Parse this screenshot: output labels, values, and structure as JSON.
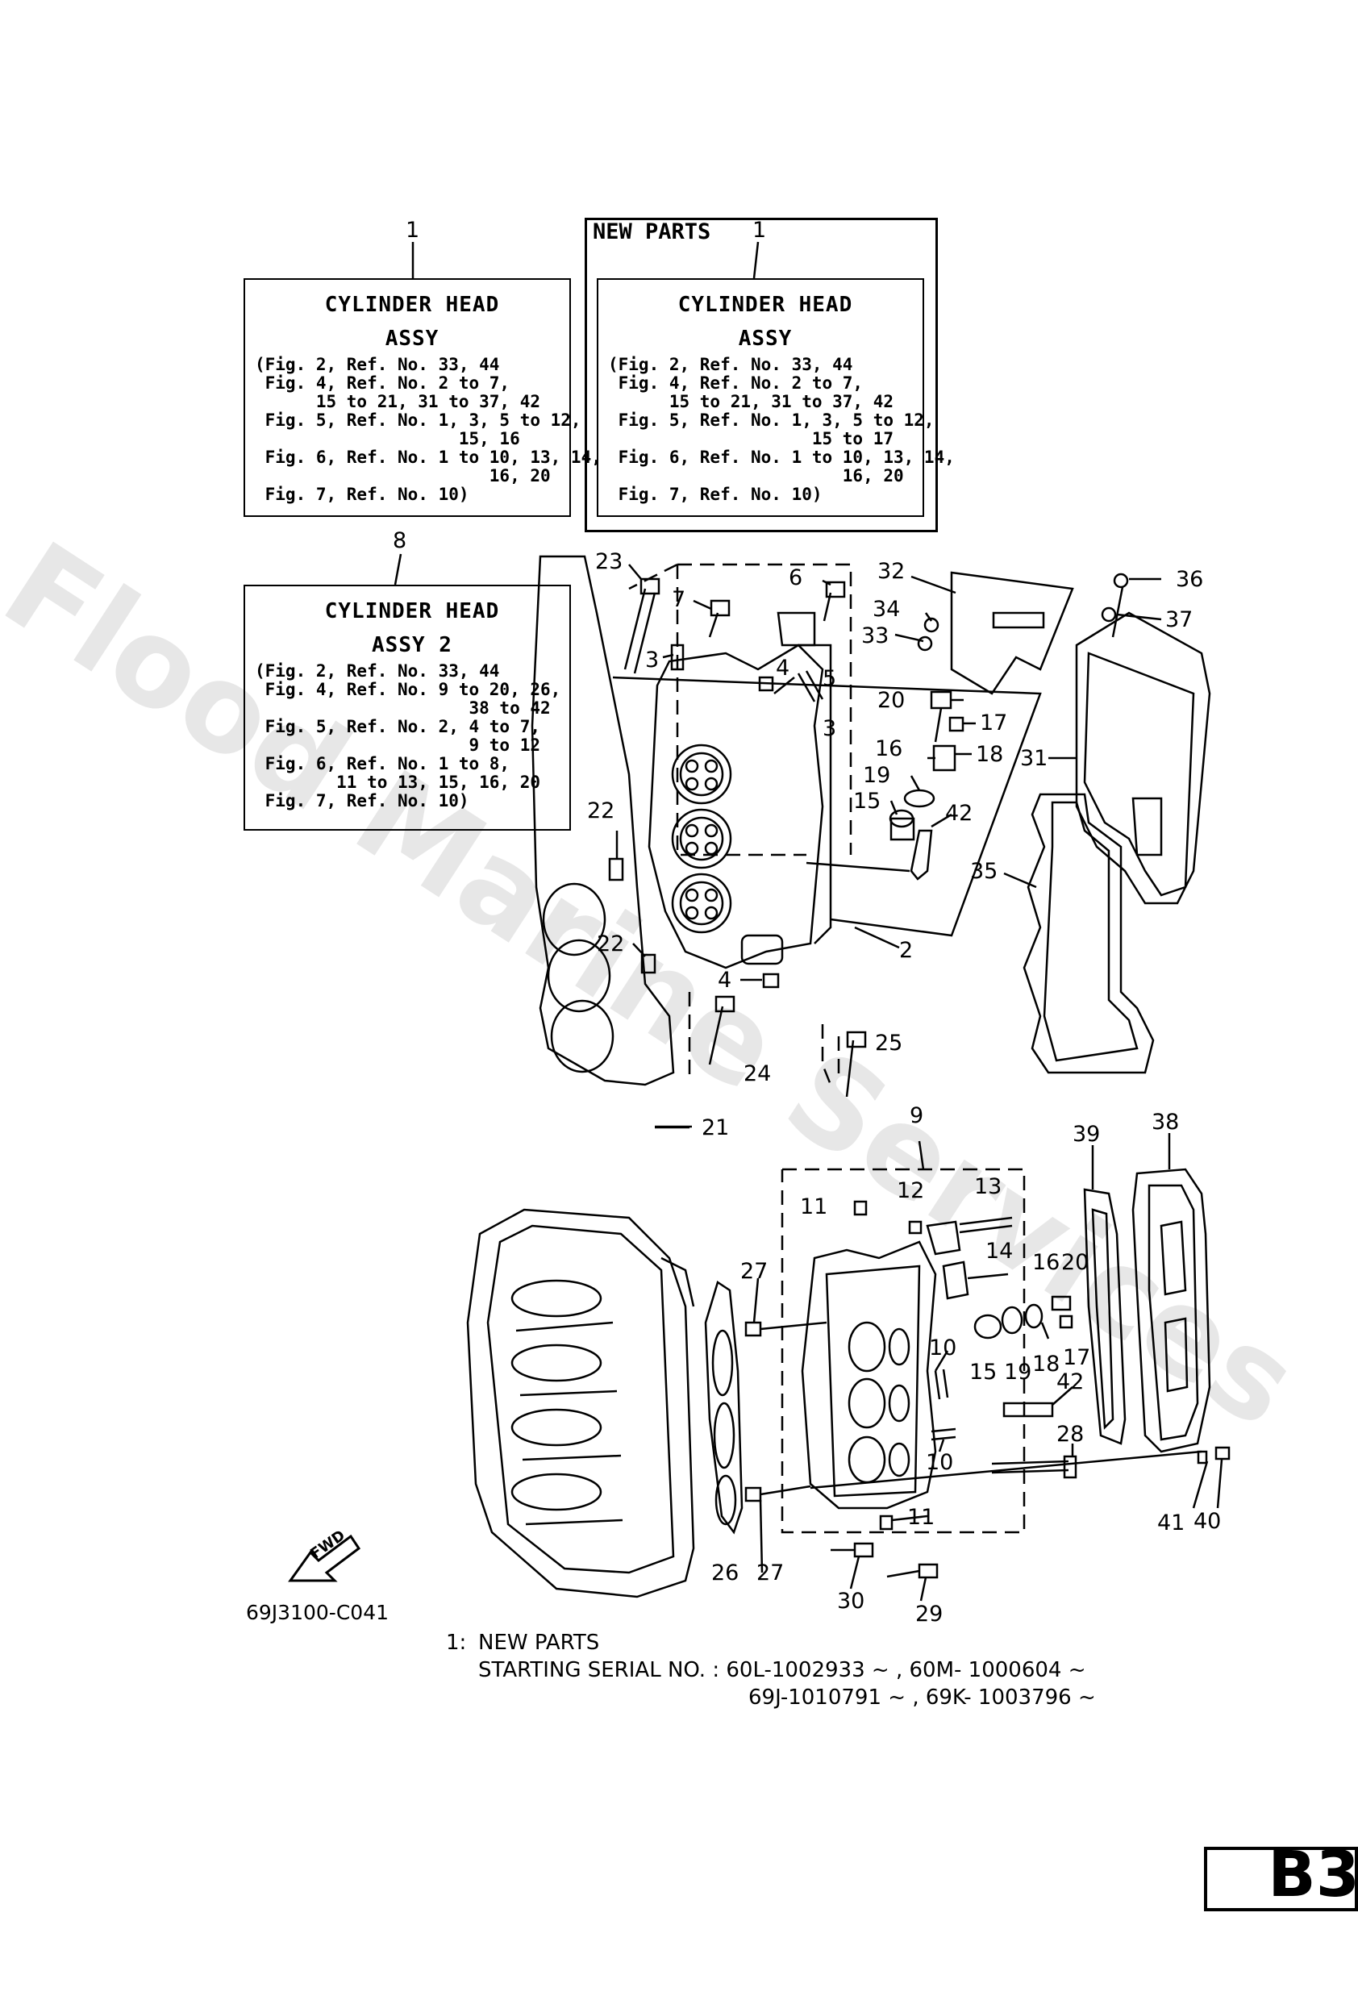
{
  "boxes": [
    {
      "ref": "1",
      "tag": "",
      "title": "CYLINDER HEAD",
      "subtitle": "ASSY",
      "lines": [
        "(Fig. 2, Ref. No. 33, 44",
        " Fig. 4, Ref. No. 2 to 7,",
        "      15 to 21, 31 to 37, 42",
        " Fig. 5, Ref. No. 1, 3, 5 to 12,",
        "                    15, 16",
        " Fig. 6, Ref. No. 1 to 10, 13, 14,",
        "                       16, 20",
        " Fig. 7, Ref. No. 10)"
      ]
    },
    {
      "ref": "1",
      "tag": "NEW PARTS",
      "title": "CYLINDER HEAD",
      "subtitle": "ASSY",
      "lines": [
        "(Fig. 2, Ref. No. 33, 44",
        " Fig. 4, Ref. No. 2 to 7,",
        "      15 to 21, 31 to 37, 42",
        " Fig. 5, Ref. No. 1, 3, 5 to 12,",
        "                    15 to 17",
        " Fig. 6, Ref. No. 1 to 10, 13, 14,",
        "                       16, 20",
        " Fig. 7, Ref. No. 10)"
      ]
    },
    {
      "ref": "8",
      "tag": "",
      "title": "CYLINDER HEAD",
      "subtitle": "ASSY 2",
      "lines": [
        "(Fig. 2, Ref. No. 33, 44",
        " Fig. 4, Ref. No. 9 to 20, 26,",
        "                     38 to 42",
        " Fig. 5, Ref. No. 2, 4 to 7,",
        "                     9 to 12",
        " Fig. 6, Ref. No. 1 to 8,",
        "        11 to 13, 15, 16, 20",
        " Fig. 7, Ref. No. 10)"
      ]
    }
  ],
  "callouts": [
    "23",
    "7",
    "6",
    "32",
    "36",
    "34",
    "37",
    "33",
    "3",
    "4",
    "5",
    "3",
    "20",
    "17",
    "16",
    "18",
    "31",
    "19",
    "15",
    "42",
    "22",
    "35",
    "22",
    "2",
    "4",
    "25",
    "24",
    "21",
    "9",
    "39",
    "38",
    "11",
    "12",
    "13",
    "14",
    "16",
    "20",
    "27",
    "10",
    "15",
    "19",
    "18",
    "17",
    "42",
    "28",
    "10",
    "11",
    "41",
    "40",
    "26",
    "27",
    "30",
    "29"
  ],
  "fwd_label": "FWD",
  "drawing_code": "69J3100-C041",
  "note": {
    "number": "1:",
    "line1": "NEW PARTS",
    "line2": "STARTING SERIAL NO. : 60L-1002933 ~ , 60M- 1000604 ~",
    "line3": "69J-1010791 ~ , 69K- 1003796 ~"
  },
  "page_id": "B3",
  "watermark": "Flood Marine Services"
}
